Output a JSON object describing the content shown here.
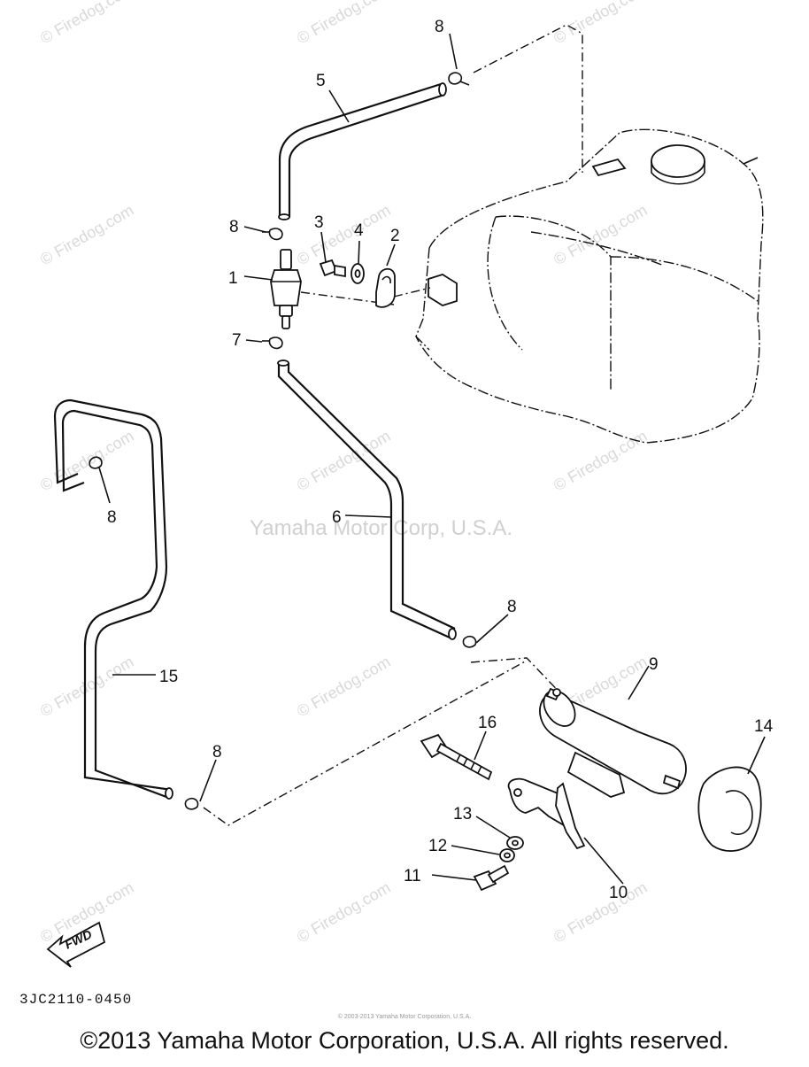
{
  "diagram": {
    "callouts": [
      "1",
      "2",
      "3",
      "4",
      "5",
      "6",
      "7",
      "8",
      "8",
      "8",
      "8",
      "8",
      "9",
      "10",
      "11",
      "12",
      "13",
      "14",
      "15",
      "16"
    ],
    "fwd_label": "FWD",
    "center_watermark": "Yamaha Motor Corp, U.S.A.",
    "watermark_text": "© Firedog.com",
    "diagram_code": "3JC2110-0450",
    "small_copyright": "© 2003-2013 Yamaha Motor Corporation, U.S.A.",
    "copyright": "©2013 Yamaha Motor Corporation, U.S.A. All rights reserved."
  }
}
